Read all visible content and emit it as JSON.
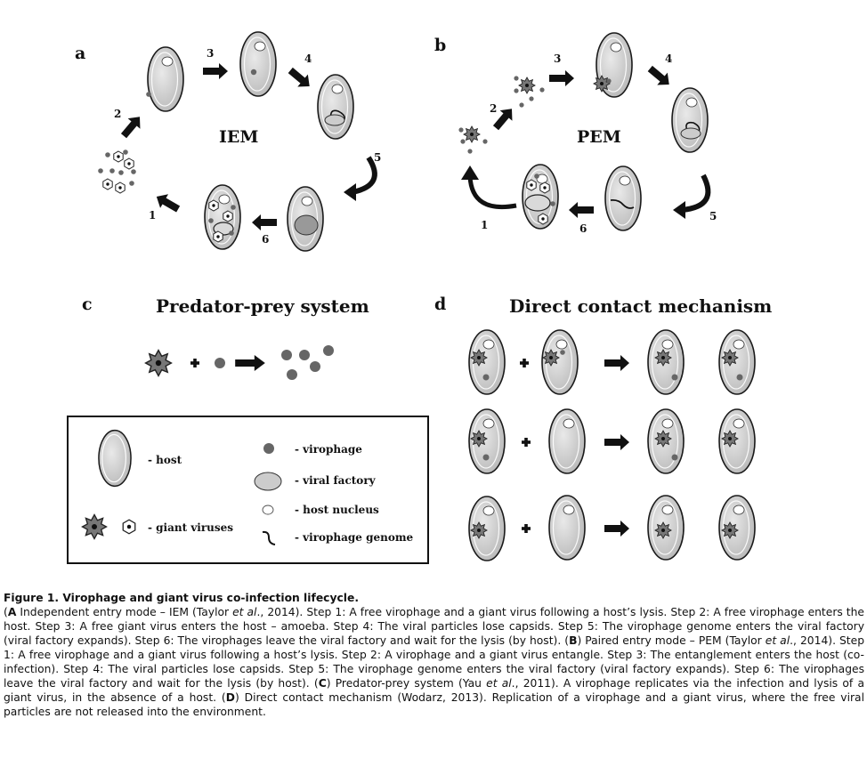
{
  "panels": {
    "a": {
      "letter": "a",
      "mode": "IEM",
      "steps": [
        "1",
        "2",
        "3",
        "4",
        "5",
        "6"
      ]
    },
    "b": {
      "letter": "b",
      "mode": "PEM",
      "steps": [
        "1",
        "2",
        "3",
        "4",
        "5",
        "6"
      ]
    },
    "c": {
      "letter": "c",
      "title": "Predator-prey system"
    },
    "d": {
      "letter": "d",
      "title": "Direct contact mechanism"
    }
  },
  "legend": {
    "host": "- host",
    "virophage": "- virophage",
    "viral_factory": "- viral factory",
    "host_nucleus": "- host nucleus",
    "virophage_genome": "- virophage genome",
    "giant_viruses": "- giant viruses"
  },
  "caption": {
    "title": "Figure 1. Virophage and giant virus co-infection lifecycle.",
    "A_letter": "A",
    "A_text_1": " Independent entry mode – IEM (Taylor ",
    "et_al": "et al",
    "A_text_2": "., 2014). Step 1: A free virophage and a giant virus following a host’s lysis. Step 2: A  free virophage enters the host. Step 3: A free giant virus enters the host – amoeba. Step 4: The viral particles lose capsids. Step 5: The virophage genome enters the viral factory (viral factory expands). Step 6: The virophages leave the viral factory and wait for the lysis (by host). (",
    "B_letter": "B",
    "B_text_1": ") Paired entry mode – PEM (Taylor ",
    "B_text_2": "., 2014). Step 1: A free virophage and a giant virus following a host’s lysis. Step 2: A virophage and a giant virus entangle. Step 3: The entanglement enters the host (co-infection). Step 4: The viral particles lose capsids. Step 5: The virophage genome enters the viral factory (viral factory expands). Step 6: The virophages leave the viral factory and wait for the lysis (by host). (",
    "C_letter": "C",
    "C_text_1": ") Predator-prey system (Yau ",
    "C_text_2": "., 2011). A virophage replicates via the infection and lysis of a giant virus, in the absence of a host. (",
    "D_letter": "D",
    "D_text": ") Direct contact mechanism (Wodarz, 2013). Replication of a virophage and a giant virus, where the free viral particles are not released into the environment."
  }
}
